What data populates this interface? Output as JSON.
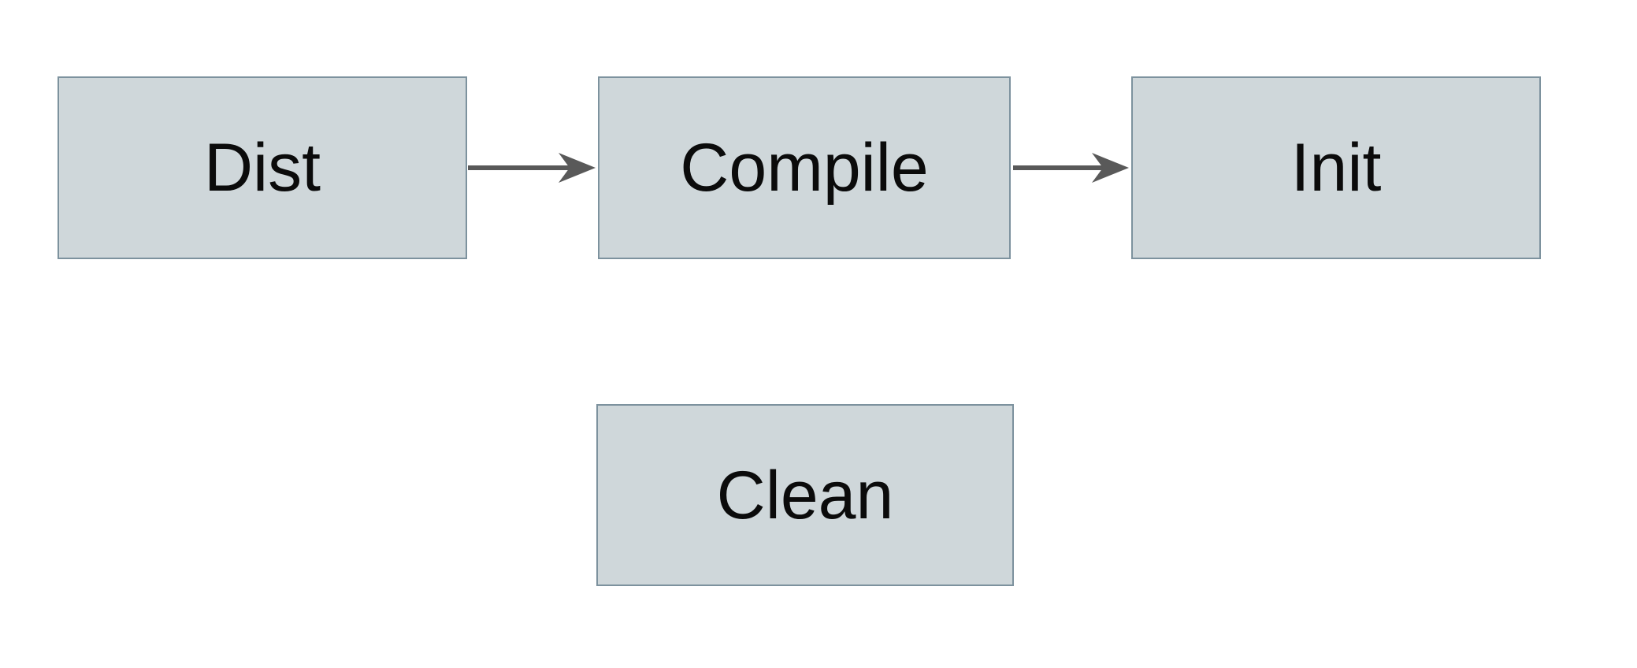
{
  "diagram": {
    "nodes": [
      {
        "id": "dist",
        "label": "Dist"
      },
      {
        "id": "compile",
        "label": "Compile"
      },
      {
        "id": "init",
        "label": "Init"
      },
      {
        "id": "clean",
        "label": "Clean"
      }
    ],
    "edges": [
      {
        "from": "dist",
        "to": "compile",
        "direction": "right",
        "style": "solid-stealth-arrow"
      },
      {
        "from": "compile",
        "to": "init",
        "direction": "right",
        "style": "solid-stealth-arrow"
      }
    ]
  },
  "colors": {
    "background": "#ffffff",
    "node_fill": "#cfd7da",
    "node_border": "#7d929e",
    "arrow": "#595959",
    "text": "#0b0b0b"
  }
}
